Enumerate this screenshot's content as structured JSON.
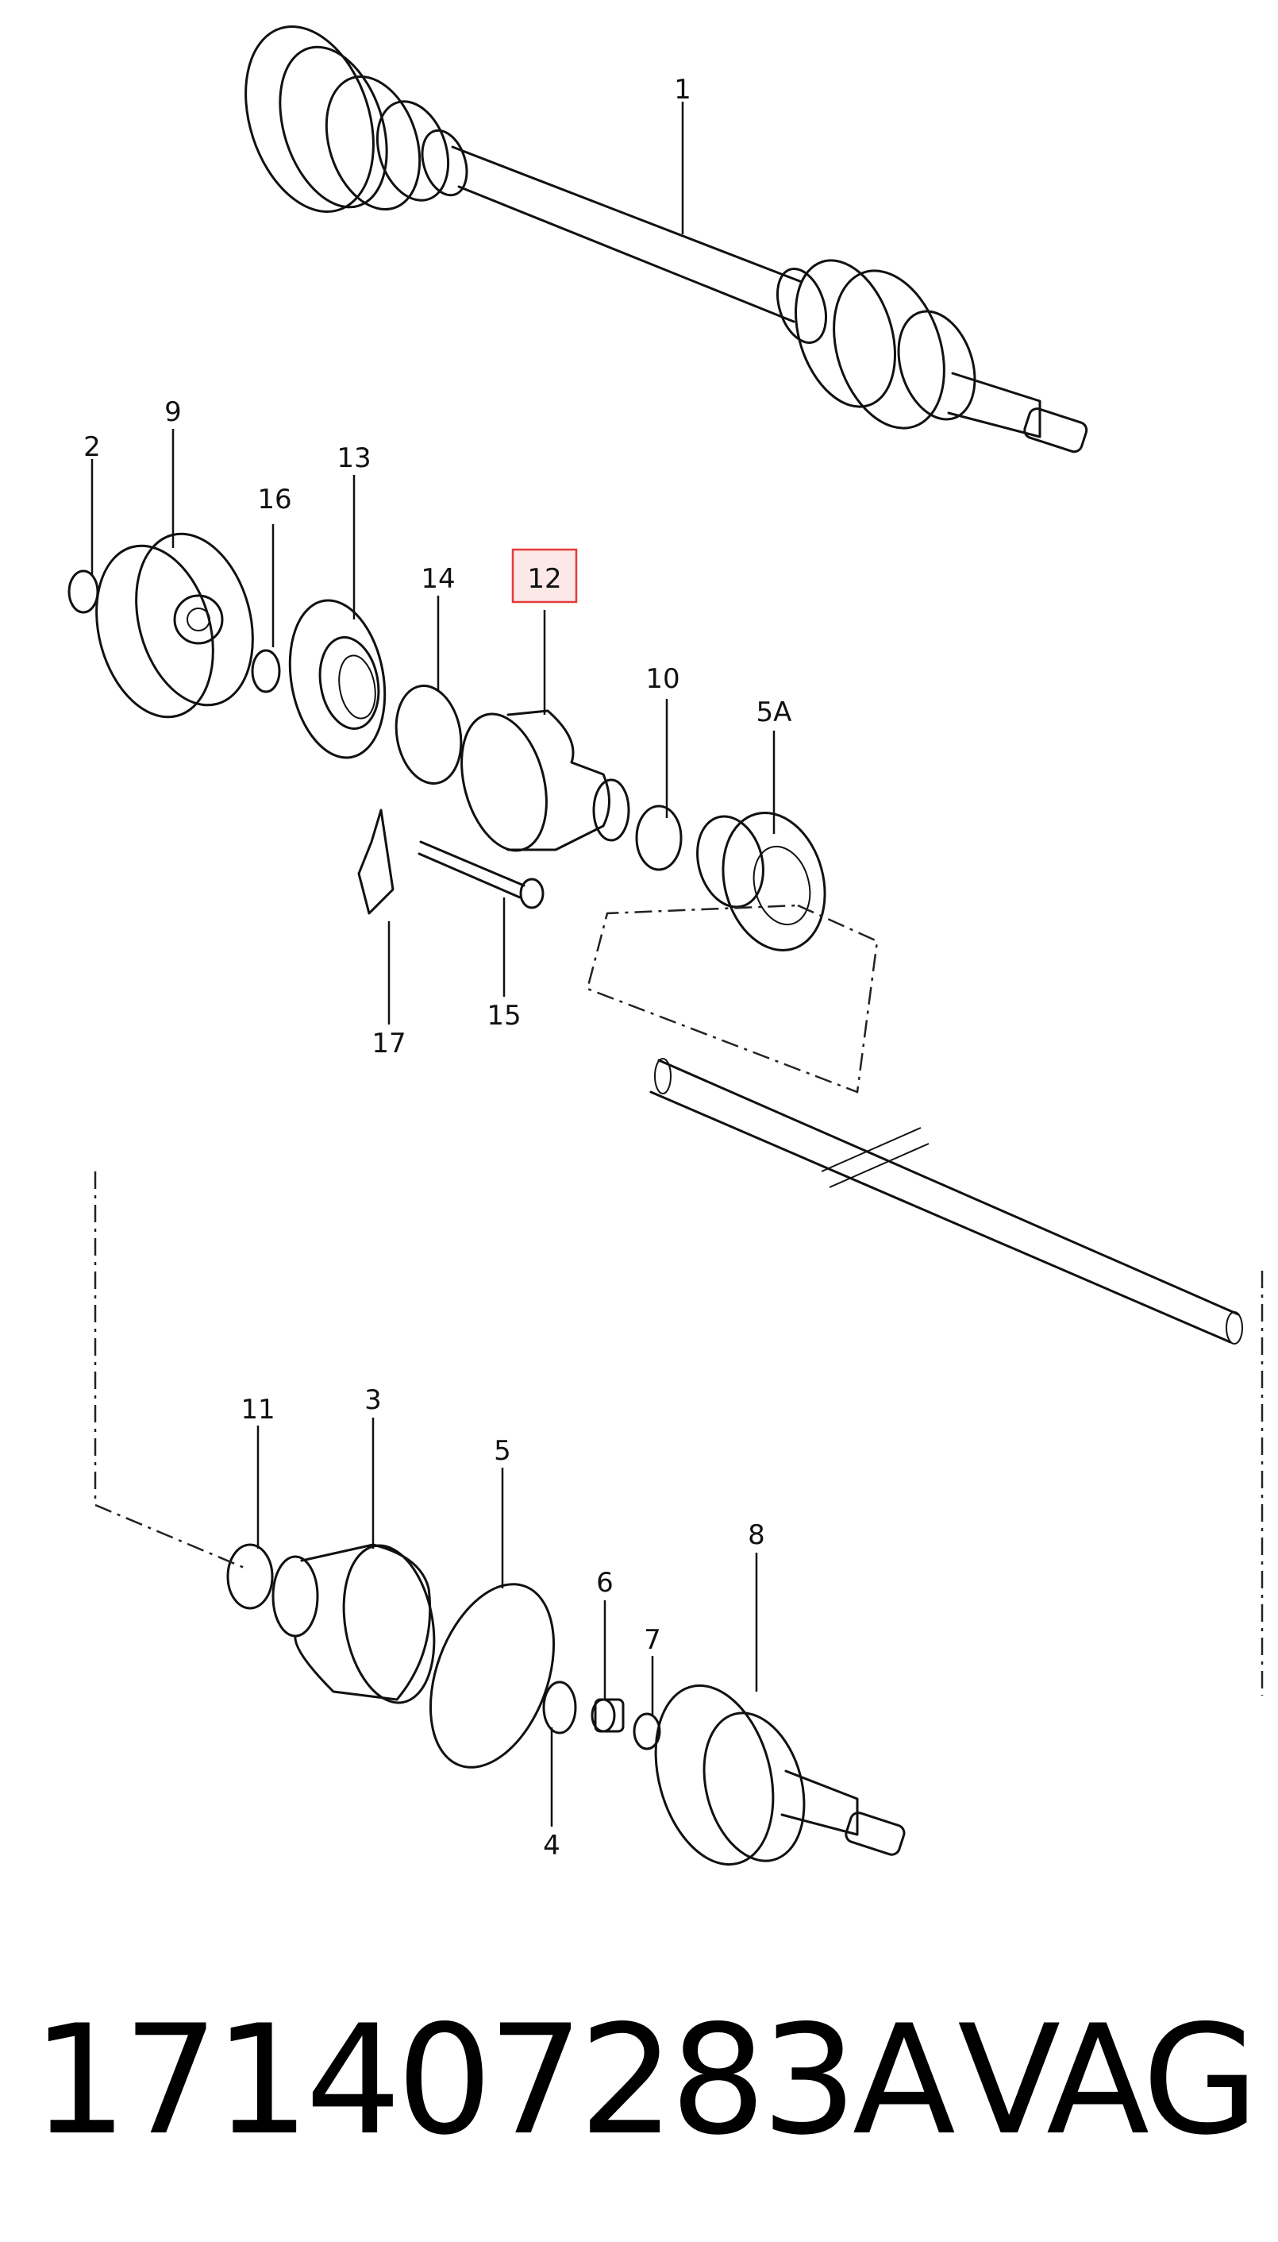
{
  "labels": {
    "1": "1",
    "2": "2",
    "3": "3",
    "4": "4",
    "5": "5",
    "5A": "5A",
    "6": "6",
    "7": "7",
    "8": "8",
    "9": "9",
    "10": "10",
    "11": "11",
    "12": "12",
    "13": "13",
    "14": "14",
    "15": "15",
    "16": "16",
    "17": "17"
  },
  "highlighted_label": "12",
  "highlight_color": "#e23b3b",
  "caption": {
    "part_number": "171407283A",
    "brand": "VAG"
  }
}
